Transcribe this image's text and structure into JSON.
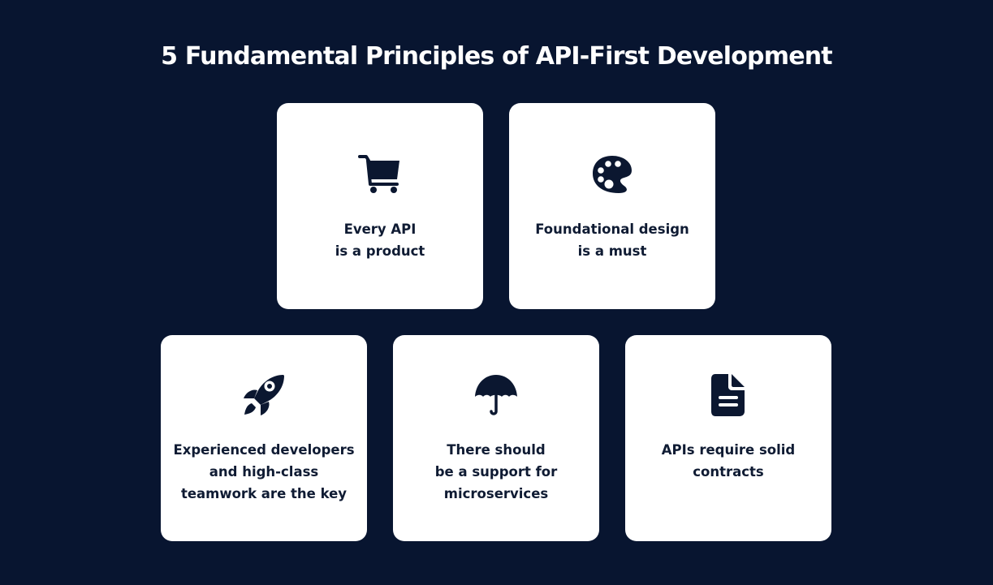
{
  "title": "5 Fundamental Principles of API-First Development",
  "colors": {
    "background": "#081530",
    "card": "#ffffff",
    "icon": "#0b1730",
    "text": "#0f1b33",
    "title": "#ffffff"
  },
  "cards": [
    {
      "icon": "cart-icon",
      "label": "Every API\nis a product"
    },
    {
      "icon": "palette-icon",
      "label": "Foundational design\nis a must"
    },
    {
      "icon": "rocket-icon",
      "label": "Experienced developers\nand high-class\nteamwork are the key"
    },
    {
      "icon": "umbrella-icon",
      "label": "There should\nbe a support for\nmicroservices"
    },
    {
      "icon": "document-icon",
      "label": "APIs require solid\ncontracts"
    }
  ]
}
